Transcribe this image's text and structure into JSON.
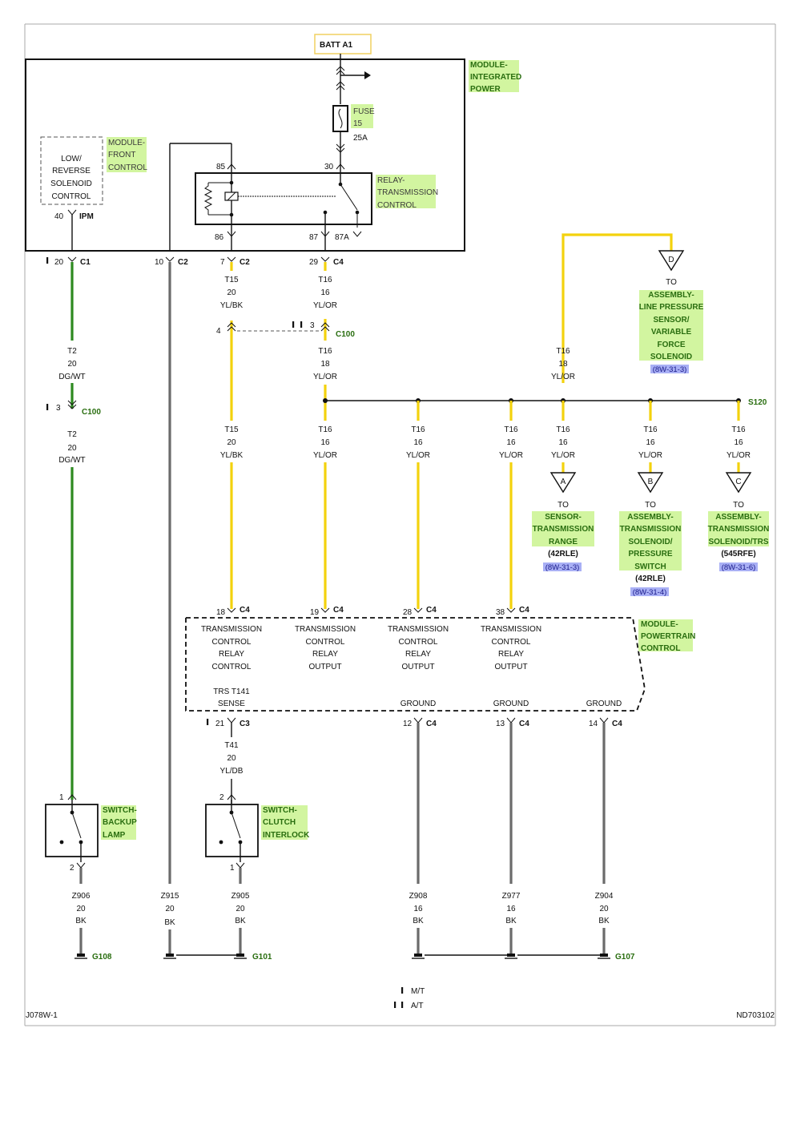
{
  "corner": {
    "left": "J078W-1",
    "right": "ND703102"
  },
  "legend": {
    "mt": "M/T",
    "at": "A/T"
  },
  "power": {
    "batt": "BATT A1"
  },
  "modules": {
    "ipm": [
      "MODULE-",
      "INTEGRATED",
      "POWER"
    ],
    "fcm": [
      "MODULE-",
      "FRONT",
      "CONTROL"
    ],
    "relay": [
      "RELAY-",
      "TRANSMISSION",
      "CONTROL"
    ],
    "pcm": [
      "MODULE-",
      "POWERTRAIN",
      "CONTROL"
    ],
    "fuse": [
      "FUSE",
      "15"
    ],
    "fuse_rating": "25A",
    "lowrev": [
      "LOW/",
      "REVERSE",
      "SOLENOID",
      "CONTROL"
    ],
    "ipm_tag": "IPM"
  },
  "relay_pins": {
    "p85": "85",
    "p30": "30",
    "p86": "86",
    "p87": "87",
    "p87a": "87A",
    "p40": "40"
  },
  "connectors": {
    "c1": {
      "pin": "20",
      "name": "C1"
    },
    "c2a": {
      "pin": "10",
      "name": "C2"
    },
    "c2b": {
      "pin": "7",
      "name": "C2"
    },
    "c4a": {
      "pin": "29",
      "name": "C4"
    },
    "c100_left": {
      "pin": "4"
    },
    "c100_right": {
      "pin": "3",
      "name": "C100"
    },
    "c100_green": {
      "pin": "3",
      "name": "C100"
    },
    "pcm_pins": [
      {
        "pin": "18",
        "name": "C4"
      },
      {
        "pin": "19",
        "name": "C4"
      },
      {
        "pin": "28",
        "name": "C4"
      },
      {
        "pin": "38",
        "name": "C4"
      }
    ],
    "pcm_bottom": [
      {
        "pin": "21",
        "name": "C3"
      },
      {
        "pin": "12",
        "name": "C4"
      },
      {
        "pin": "13",
        "name": "C4"
      },
      {
        "pin": "14",
        "name": "C4"
      }
    ],
    "splice": "S120"
  },
  "wires": {
    "t15_top": [
      "T15",
      "20",
      "YL/BK"
    ],
    "t16_top": [
      "T16",
      "16",
      "YL/OR"
    ],
    "t16_mid": [
      "T16",
      "18",
      "YL/OR"
    ],
    "t2_top": [
      "T2",
      "20",
      "DG/WT"
    ],
    "t2_bot": [
      "T2",
      "20",
      "DG/WT"
    ],
    "t15_bot": [
      "T15",
      "20",
      "YL/BK"
    ],
    "t16_b1": [
      "T16",
      "16",
      "YL/OR"
    ],
    "t16_b2": [
      "T16",
      "16",
      "YL/OR"
    ],
    "t16_b3": [
      "T16",
      "16",
      "YL/OR"
    ],
    "t16_up": [
      "T16",
      "18",
      "YL/OR"
    ],
    "t16_a": [
      "T16",
      "16",
      "YL/OR"
    ],
    "t16_bb": [
      "T16",
      "16",
      "YL/OR"
    ],
    "t16_c": [
      "T16",
      "16",
      "YL/OR"
    ],
    "t41": [
      "T41",
      "20",
      "YL/DB"
    ],
    "z906": [
      "Z906",
      "20",
      "BK"
    ],
    "z915": [
      "Z915",
      "20",
      "BK"
    ],
    "z905": [
      "Z905",
      "20",
      "BK"
    ],
    "z908": [
      "Z908",
      "16",
      "BK"
    ],
    "z977": [
      "Z977",
      "16",
      "BK"
    ],
    "z904": [
      "Z904",
      "20",
      "BK"
    ]
  },
  "destinations": {
    "a": {
      "letter": "A",
      "to": "TO",
      "name": [
        "SENSOR-",
        "TRANSMISSION",
        "RANGE"
      ],
      "variant": "(42RLE)",
      "ref": "(8W-31-3)"
    },
    "b": {
      "letter": "B",
      "to": "TO",
      "name": [
        "ASSEMBLY-",
        "TRANSMISSION",
        "SOLENOID/",
        "PRESSURE",
        "SWITCH"
      ],
      "variant": "(42RLE)",
      "ref": "(8W-31-4)"
    },
    "c": {
      "letter": "C",
      "to": "TO",
      "name": [
        "ASSEMBLY-",
        "TRANSMISSION",
        "SOLENOID/TRS"
      ],
      "variant": "(545RFE)",
      "ref": "(8W-31-6)"
    },
    "d": {
      "letter": "D",
      "to": "TO",
      "name": [
        "ASSEMBLY-",
        "LINE PRESSURE",
        "SENSOR/",
        "VARIABLE",
        "FORCE",
        "SOLENOID"
      ],
      "ref": "(8W-31-3)"
    }
  },
  "pcm_functions": [
    [
      "TRANSMISSION",
      "CONTROL",
      "RELAY",
      "CONTROL"
    ],
    [
      "TRANSMISSION",
      "CONTROL",
      "RELAY",
      "OUTPUT"
    ],
    [
      "TRANSMISSION",
      "CONTROL",
      "RELAY",
      "OUTPUT"
    ],
    [
      "TRANSMISSION",
      "CONTROL",
      "RELAY",
      "OUTPUT"
    ]
  ],
  "pcm_bottom_labels": {
    "trs": [
      "TRS T141",
      "SENSE"
    ],
    "g1": "GROUND",
    "g2": "GROUND",
    "g3": "GROUND"
  },
  "switches": {
    "backup": {
      "name": [
        "SWITCH-",
        "BACKUP",
        "LAMP"
      ],
      "top": "1",
      "bottom": "2"
    },
    "clutch": {
      "name": [
        "SWITCH-",
        "CLUTCH",
        "INTERLOCK"
      ],
      "top": "2",
      "bottom": "1"
    }
  },
  "grounds": {
    "g108": "G108",
    "g101": "G101",
    "g107": "G107"
  }
}
